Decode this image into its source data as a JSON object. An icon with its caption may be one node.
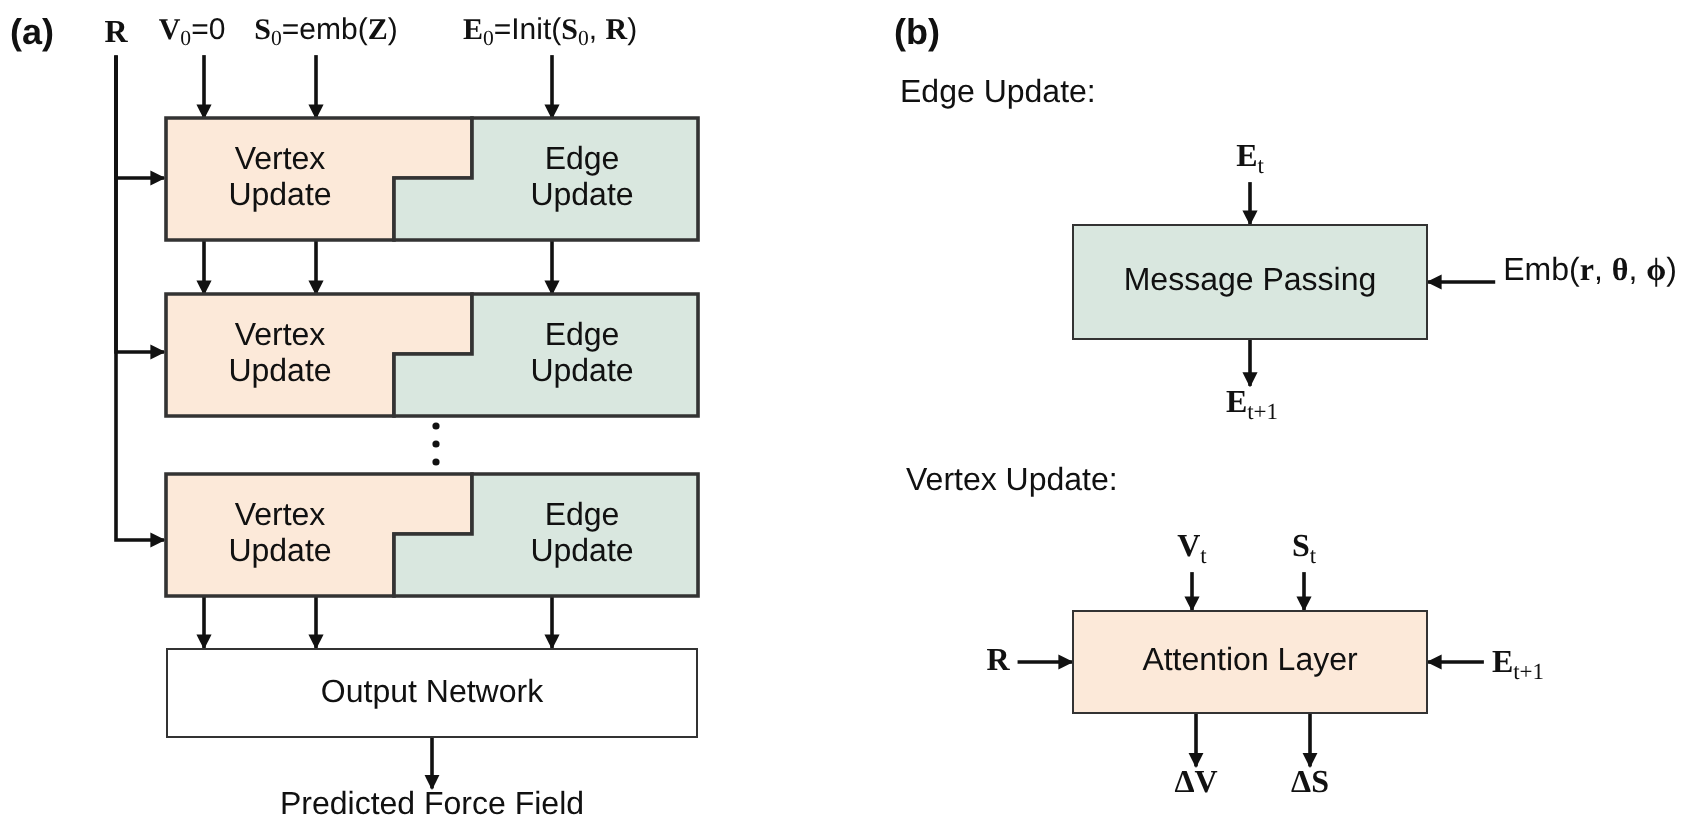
{
  "diagram": {
    "nodes": [
      {
        "text": [
          "R"
        ]
      },
      {
        "text": [
          "**V**$_{0}$=0"
        ]
      },
      {
        "text": [
          "**S**$_{0}$=emb(**Z**)"
        ]
      },
      {
        "text": [
          "**E**$_{0}$=Init(**S**$_{0}$, **R**)"
        ]
      },
      {
        "text": [
          "Vertex Update"
        ]
      },
      {
        "text": [
          "Edge Update"
        ]
      },
      {
        "text": [
          "Vertex Update"
        ]
      },
      {
        "text": [
          "Edge Update"
        ]
      },
      {
        "text": [
          "Vertex Update"
        ]
      },
      {
        "text": [
          "Edge Update"
        ]
      },
      {
        "text": [
          "Output Network"
        ]
      },
      {
        "text": [
          "Predicted Force Field"
        ]
      },
      {
        "text": [
          "**E**$_{t}$"
        ]
      },
      {
        "text": [
          "Message Passing"
        ]
      },
      {
        "text": [
          "Emb(**r**, **θ**, **ϕ**)"
        ]
      },
      {
        "text": [
          "**E**$_{t+1}$"
        ]
      },
      {
        "text": [
          "**V**$_{t}$"
        ]
      },
      {
        "text": [
          "**S**$_{t}$"
        ]
      },
      {
        "text": [
          "R"
        ]
      },
      {
        "text": [
          "Attention Layer"
        ]
      },
      {
        "text": [
          "**E**$_{t+1}$"
        ]
      },
      {
        "text": [
          "ΔV"
        ]
      },
      {
        "text": [
          "ΔS"
        ]
      }
    ],
    "edges": [
      {
        "from": 0,
        "to": 4,
        "arrow": "to"
      },
      {
        "from": 0,
        "to": 6,
        "arrow": "to"
      },
      {
        "from": 0,
        "to": 8,
        "arrow": "to"
      },
      {
        "from": 1,
        "to": 4,
        "arrow": "to"
      },
      {
        "from": 2,
        "to": 4,
        "arrow": "to"
      },
      {
        "from": 3,
        "to": 5,
        "arrow": "to"
      },
      {
        "from": 4,
        "to": 6,
        "arrow": "to"
      },
      {
        "from": 4,
        "to": 6,
        "arrow": "to"
      },
      {
        "from": 5,
        "to": 7,
        "arrow": "to"
      },
      {
        "from": 8,
        "to": 10,
        "arrow": "to"
      },
      {
        "from": 8,
        "to": 10,
        "arrow": "to"
      },
      {
        "from": 9,
        "to": 10,
        "arrow": "to"
      },
      {
        "from": 10,
        "to": 11,
        "arrow": "to"
      },
      {
        "from": 12,
        "to": 13,
        "arrow": "to"
      },
      {
        "from": 14,
        "to": 13,
        "arrow": "to"
      },
      {
        "from": 13,
        "to": 15,
        "arrow": "to"
      },
      {
        "from": 16,
        "to": 19,
        "arrow": "to"
      },
      {
        "from": 17,
        "to": 19,
        "arrow": "to"
      },
      {
        "from": 18,
        "to": 19,
        "arrow": "to"
      },
      {
        "from": 20,
        "to": 19,
        "arrow": "to"
      },
      {
        "from": 19,
        "to": 21,
        "arrow": "to"
      },
      {
        "from": 19,
        "to": 22,
        "arrow": "to"
      }
    ],
    "labels": [
      "(a)",
      "(b)",
      "Edge Update:",
      "Vertex Update:"
    ]
  }
}
